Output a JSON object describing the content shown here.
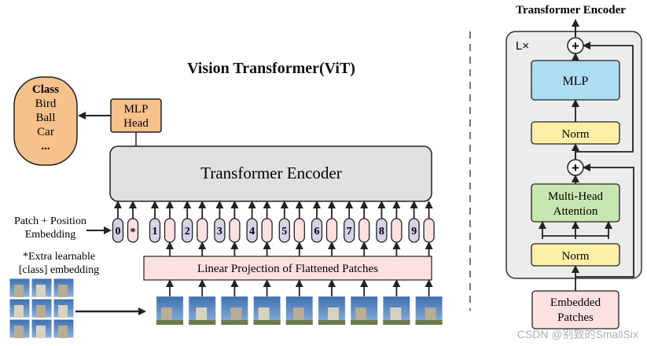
{
  "vit": {
    "title": "Vision Transformer(ViT)",
    "class_box": {
      "heading": "Class",
      "items": [
        "Bird",
        "Ball",
        "Car",
        "..."
      ]
    },
    "mlp_head": {
      "line1": "MLP",
      "line2": "Head"
    },
    "encoder_label": "Transformer Encoder",
    "patch_position_label": {
      "line1": "Patch + Position",
      "line2": "Embedding"
    },
    "extra_label": {
      "line1": "*Extra learnable",
      "line2": "[class] embedding"
    },
    "linear_projection_label": "Linear Projection of Flattened Patches",
    "token_labels": [
      "0",
      "*",
      "1",
      "2",
      "3",
      "4",
      "5",
      "6",
      "7",
      "8",
      "9"
    ]
  },
  "encoder_block": {
    "title": "Transformer Encoder",
    "repeat_label": "L×",
    "mlp_label": "MLP",
    "norm_top_label": "Norm",
    "attention_label": {
      "line1": "Multi-Head",
      "line2": "Attention"
    },
    "norm_bottom_label": "Norm",
    "embedded_patches": {
      "line1": "Embedded",
      "line2": "Patches"
    },
    "plus_symbol": "+"
  },
  "watermark": "CSDN @别致的SmallSix",
  "colors": {
    "class_fill": "#f7c18c",
    "head_fill": "#f7c18c",
    "encoder_fill": "#e0e0e0",
    "position_fill": "#d8d2e8",
    "patch_fill": "#fde0e2",
    "projection_fill": "#fde0e2",
    "mlp_fill": "#aedcf5",
    "norm_fill": "#fdf0a6",
    "attention_fill": "#c8e6b0",
    "block_bg": "#ececec",
    "stroke": "#222222",
    "dash": "#777777"
  }
}
